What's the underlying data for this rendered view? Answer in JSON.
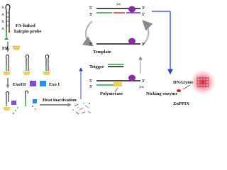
{
  "labels": {
    "probe": "FA-linked\nhairpin probe",
    "probe_line1": "FA-linked",
    "probe_line2": "hairpin probe",
    "fr": "FR",
    "exo3": "ExoIII",
    "exo1": "Exo I",
    "heat": "Heat inactivation",
    "template": "Template",
    "trigger": "Trigger",
    "polymerase": "Polymerase",
    "nicking": "Nicking enzyme",
    "dnazyme": "DNAzyme",
    "znppix": "ZnPPIX",
    "five_prime": "5'",
    "three_prime": "3'",
    "x": "X",
    "a": "A"
  },
  "colors": {
    "strand_black": "#111111",
    "strand_red": "#e0201a",
    "strand_green": "#1ea33a",
    "strand_blue": "#2a3fd6",
    "strand_purple": "#8a2aa8",
    "fr_yellow": "#f2d24a",
    "exo3_purple": "#7b4fd0",
    "exo1_blue": "#2a8cf0",
    "arrow_gray": "#8a8a8a",
    "glow_red": "#ff3a3a"
  },
  "icons": [
    "scissors-icon",
    "folate-receptor-icon",
    "exonuclease-iii-icon",
    "exonuclease-i-icon",
    "polymerase-icon",
    "zinc-protoporphyrin-icon",
    "fluorescence-glow-icon"
  ]
}
